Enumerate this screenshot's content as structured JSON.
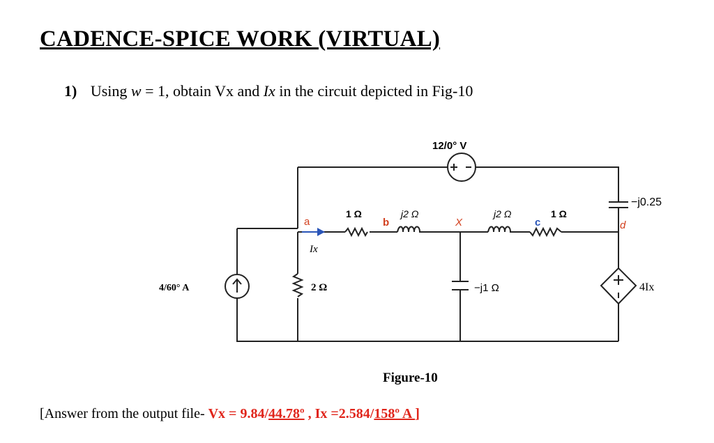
{
  "heading": "CADENCE-SPICE WORK (VIRTUAL)",
  "question": {
    "number": "1)",
    "text_before": "Using ",
    "w_var": "w",
    "w_value": " = 1, obtain Vx and ",
    "ix_var": "Ix",
    "text_after": " in the circuit depicted in Fig-10"
  },
  "figure": {
    "voltage_source": "12/0° V",
    "current_source": "4/60° A",
    "r_2ohm": "2 Ω",
    "r1_ohm": "1 Ω",
    "l1": "j2 Ω",
    "l2": "j2 Ω",
    "r2_ohm": "1 Ω",
    "cap_center": "−j1 Ω",
    "cap_right": "−j0.25",
    "dep_source": "4Ix",
    "node_a": "a",
    "node_b": "b",
    "node_c": "c",
    "node_d": "d",
    "node_x": "X",
    "current_label": "Ix",
    "caption": "Figure-10"
  },
  "answer": {
    "prefix": "[Answer from the output file- ",
    "vx_label": "Vx = 9.84/",
    "vx_angle": "44.78º",
    "ix_sep": "  , ",
    "ix_label": "Ix =2.584/",
    "ix_angle": "158º A ",
    "suffix": "]"
  },
  "colors": {
    "answer_red": "#e0251b",
    "node_label_red": "#d2401f",
    "text": "#000000"
  }
}
